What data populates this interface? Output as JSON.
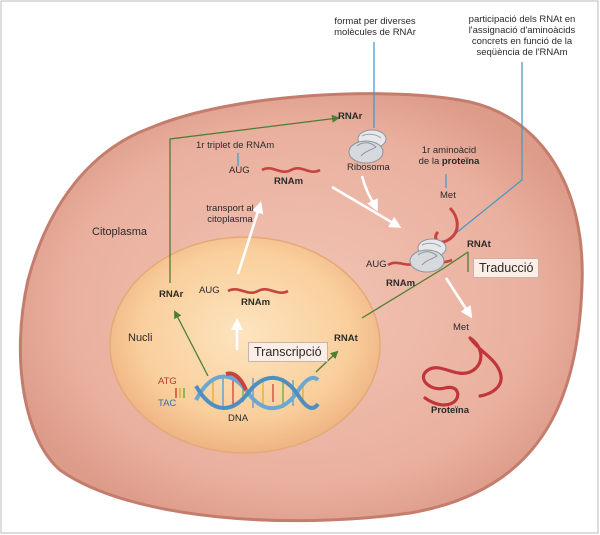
{
  "annotations": {
    "ribosome_note": [
      "format per diverses",
      "molècules de RNAr"
    ],
    "trna_note": [
      "participació dels RNAt en",
      "l'assignació d'aminoàcids",
      "concrets en funció de la",
      "seqüència de l'RNAm"
    ],
    "first_triplet": "1r triplet de RNAm",
    "first_aa": [
      "1r aminoàcid",
      "de la "
    ],
    "first_aa_bold": "proteïna",
    "transport": [
      "transport al",
      "citoplasma"
    ]
  },
  "labels": {
    "cytoplasm": "Citoplasma",
    "nucleus": "Nucli",
    "rnar_top": "RNAr",
    "rnar_nucleus": "RNAr",
    "ribosome": "Ribosoma",
    "aug_cyto": "AUG",
    "rnam_cyto": "RNAm",
    "aug_nucleus": "AUG",
    "rnam_nucleus": "RNAm",
    "aug_ribo": "AUG",
    "rnam_ribo": "RNAm",
    "rnat_ribo": "RNAt",
    "rnat_nucleus": "RNAt",
    "met_top": "Met",
    "met_bottom": "Met",
    "protein": "Proteïna",
    "atg": "ATG",
    "tac": "TAC",
    "dna": "DNA"
  },
  "processes": {
    "transcription": "Transcripció",
    "translation": "Traducció"
  }
}
